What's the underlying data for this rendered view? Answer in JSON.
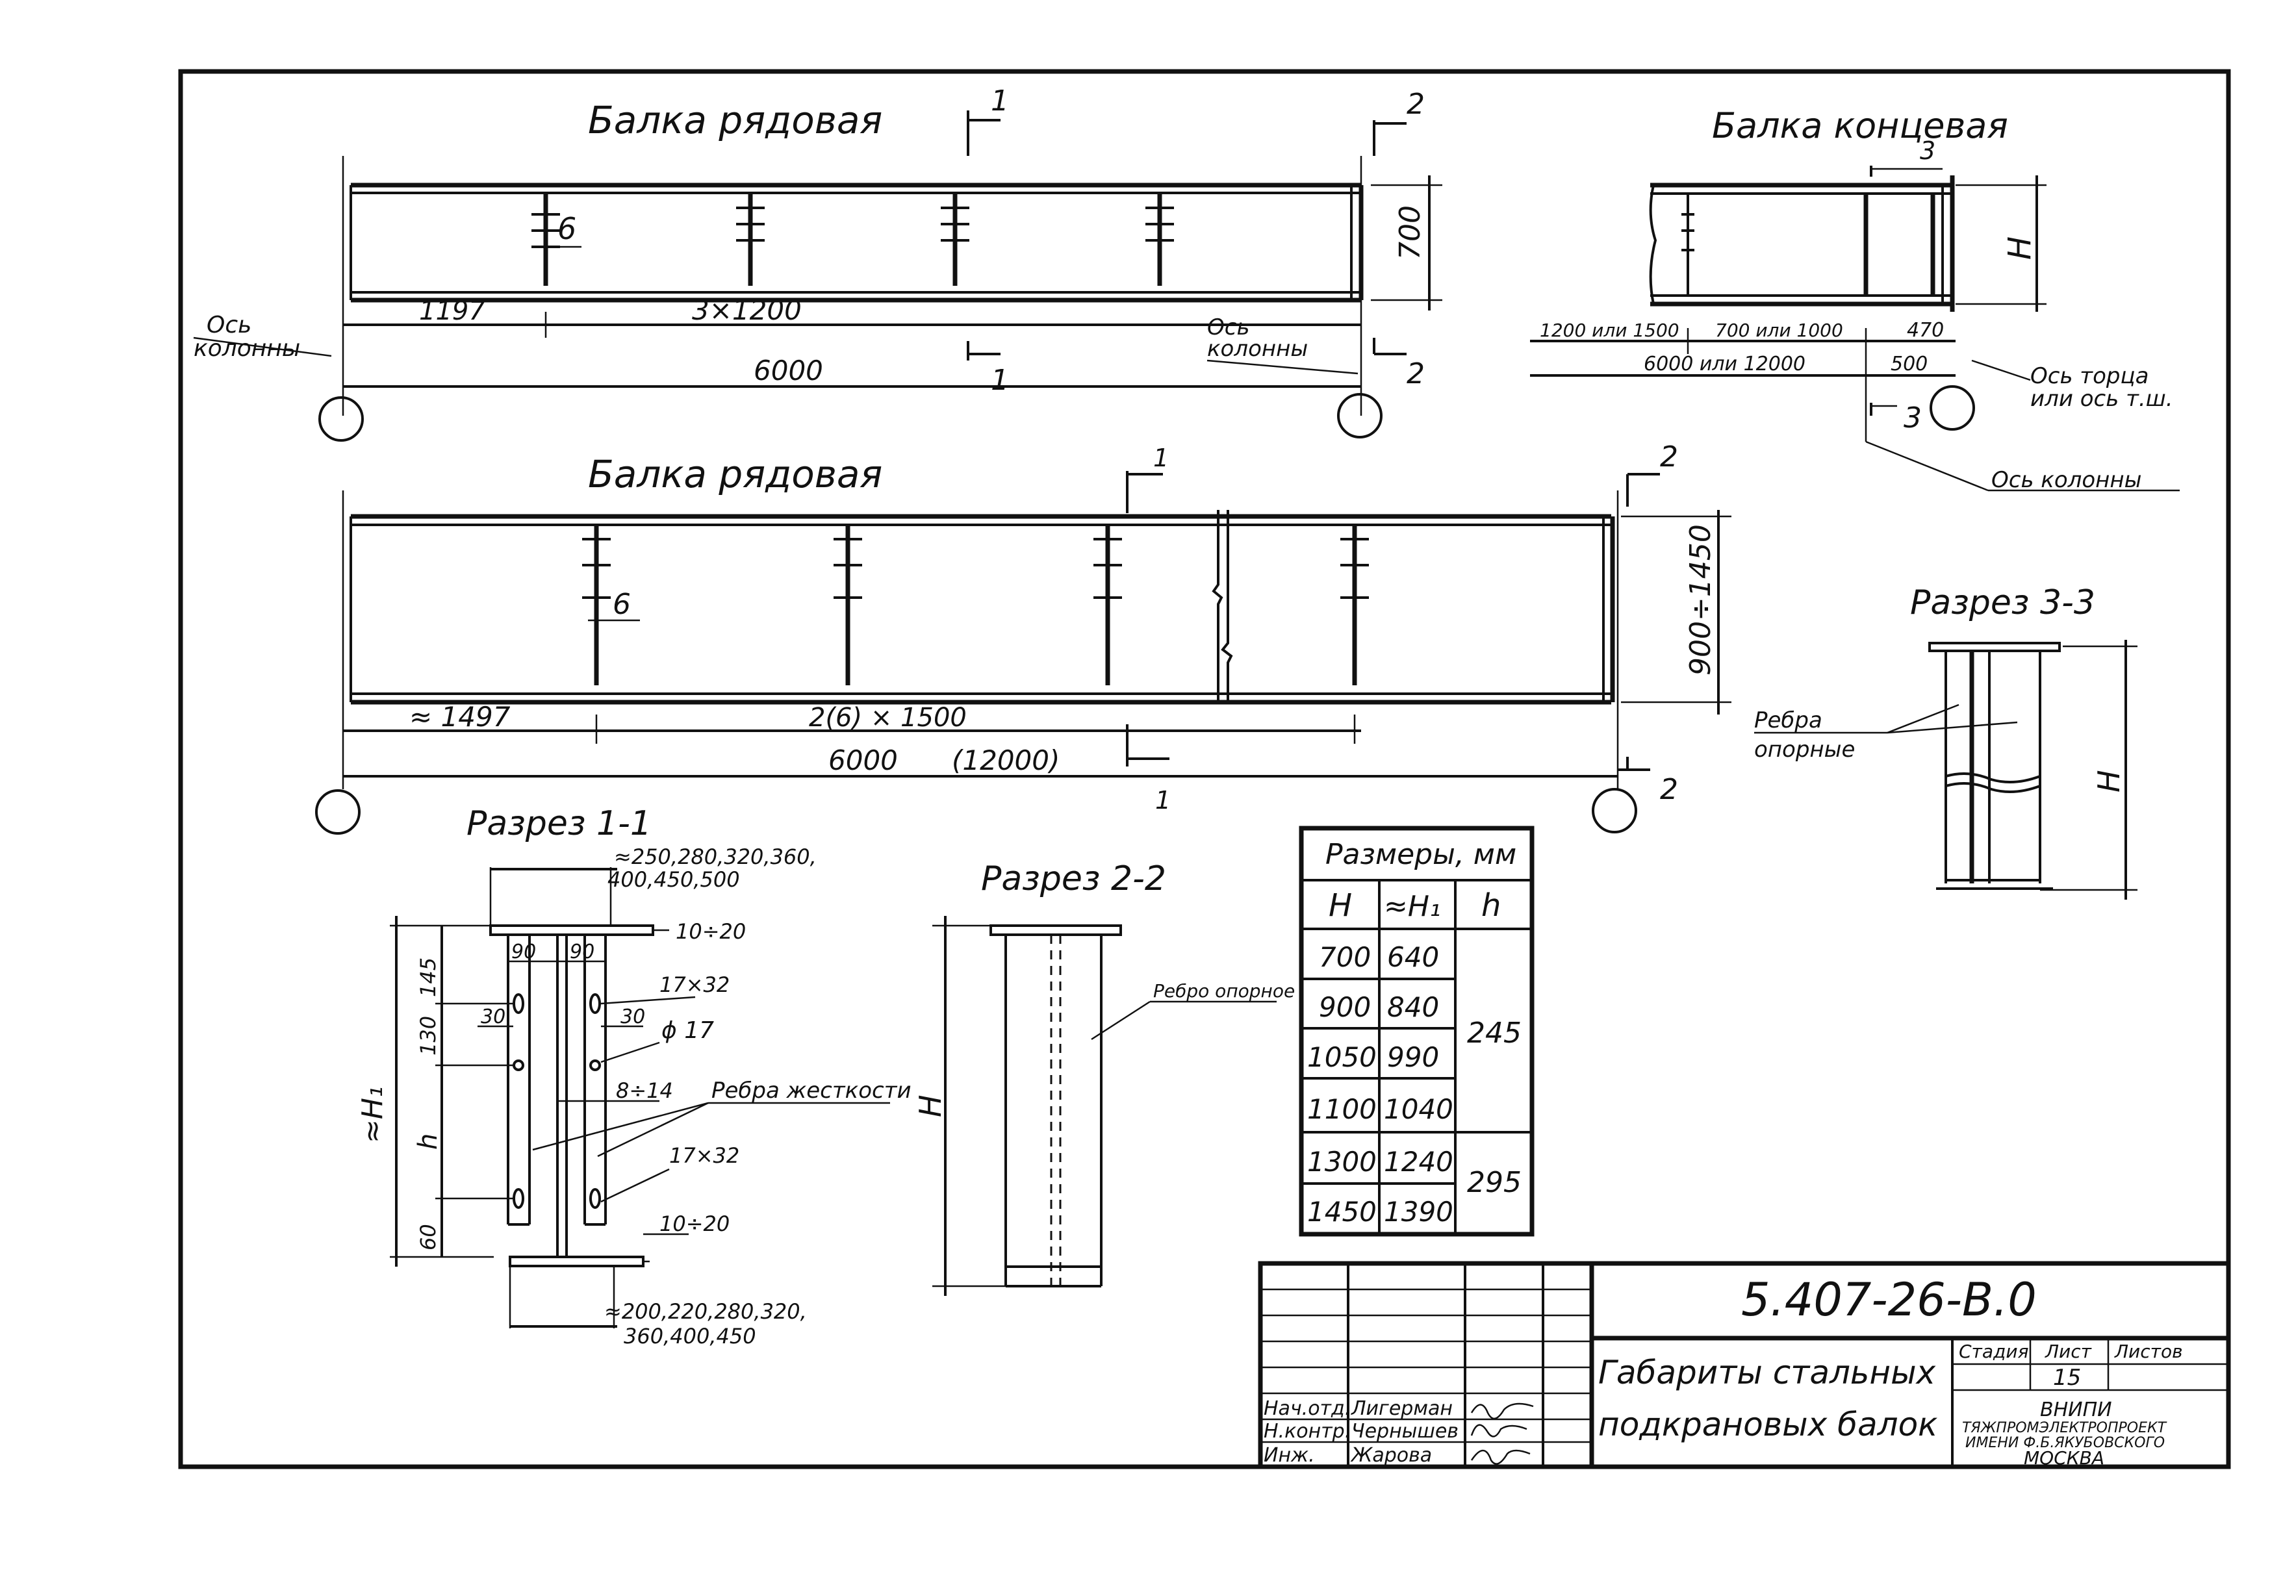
{
  "beam1": {
    "title": "Балка рядовая",
    "section1": "1",
    "section2": "2",
    "stiffener_t": "6",
    "height": "700",
    "dim_left": "1197",
    "dim_mid": "3×1200",
    "dim_total": "6000",
    "axis_left": [
      "Ось",
      "колонны"
    ],
    "axis_right": [
      "Ось",
      "колонны"
    ]
  },
  "end_beam": {
    "title": "Балка концевая",
    "section3": "3",
    "height": "H",
    "dim_a": "1200 или 1500",
    "dim_b": "700 или 1000",
    "dim_c": "470",
    "dim_total": "6000 или 12000",
    "dim_end": "500",
    "axis_end": [
      "Ось торца",
      "или ось т.ш."
    ],
    "axis_col": "Ось колонны"
  },
  "beam2": {
    "title": "Балка рядовая",
    "section1": "1",
    "section2": "2",
    "stiffener_t": "6",
    "height": "900÷1450",
    "dim_left": "≈ 1497",
    "dim_mid": "2(6) × 1500",
    "dim_total": "6000",
    "dim_total_alt": "(12000)"
  },
  "sec11": {
    "title": "Разрез 1-1",
    "top_widths": [
      "≈250,280,320,360,",
      "400,450,500"
    ],
    "top_t": "10÷20",
    "bot_t": "10÷20",
    "bot_widths": [
      "≈200,220,280,320,",
      "360,400,450"
    ],
    "d145": "145",
    "d130": "130",
    "d60": "60",
    "h": "h",
    "H1": "≈H₁",
    "d90a": "90",
    "d90b": "90",
    "d30a": "30",
    "d30b": "30",
    "slot1": "17×32",
    "slot2": "17×32",
    "hole": "ϕ 17",
    "web_t": "8÷14",
    "ribs": "Ребра жесткости"
  },
  "sec22": {
    "title": "Разрез 2-2",
    "height": "H",
    "rib": "Ребро опорное"
  },
  "sec33": {
    "title": "Разрез 3-3",
    "height": "H",
    "ribs": [
      "Ребра",
      "опорные"
    ]
  },
  "table": {
    "title": "Размеры, мм",
    "headers": [
      "H",
      "≈H₁",
      "h"
    ],
    "rows": [
      [
        "700",
        "640"
      ],
      [
        "900",
        "840"
      ],
      [
        "1050",
        "990"
      ],
      [
        "1100",
        "1040"
      ],
      [
        "1300",
        "1240"
      ],
      [
        "1450",
        "1390"
      ]
    ],
    "h_values": [
      "245",
      "295"
    ]
  },
  "stamp": {
    "code": "5.407-26-В.0",
    "title": [
      "Габариты стальных",
      "подкрановых балок"
    ],
    "col_stage": "Стадия",
    "col_sheet": "Лист",
    "col_sheets": "Листов",
    "sheet": "15",
    "org": [
      "ВНИПИ",
      "ТЯЖПРОМЭЛЕКТРОПРОЕКТ",
      "ИМЕНИ Ф.Б.ЯКУБОВСКОГО",
      "МОСКВА"
    ],
    "people": [
      {
        "role": "Нач.отд.",
        "name": "Лигерман"
      },
      {
        "role": "Н.контр.",
        "name": "Чернышев"
      },
      {
        "role": "Инж.",
        "name": "Жарова"
      }
    ]
  }
}
